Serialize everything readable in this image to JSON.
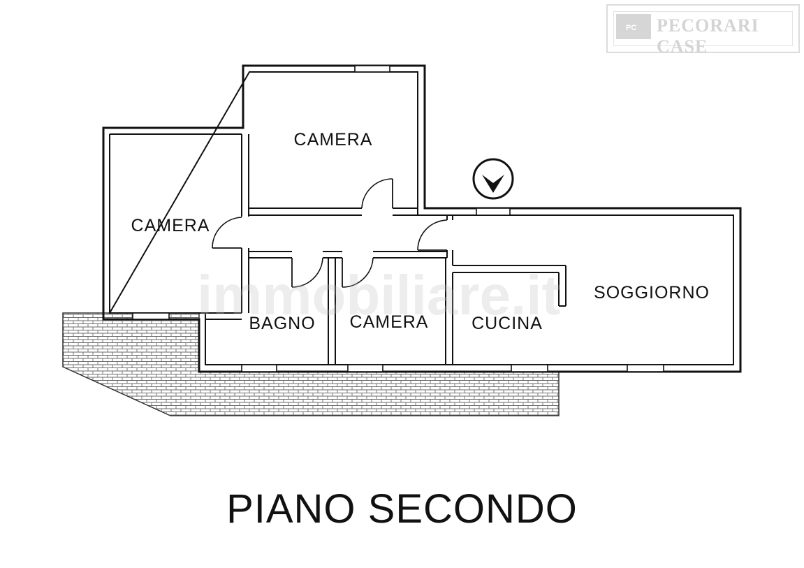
{
  "logo": {
    "brand_text": "PECORARI CASE",
    "mark_text": "PC"
  },
  "watermark": {
    "text": "immobiliare.it"
  },
  "rooms": [
    {
      "id": "camera-top",
      "label": "CAMERA"
    },
    {
      "id": "camera-left",
      "label": "CAMERA"
    },
    {
      "id": "bagno",
      "label": "BAGNO"
    },
    {
      "id": "camera-middle",
      "label": "CAMERA"
    },
    {
      "id": "cucina",
      "label": "CUCINA"
    },
    {
      "id": "soggiorno",
      "label": "SOGGIORNO"
    }
  ],
  "entrance_icon": "chevron-down-circle-icon",
  "floor_title": "PIANO SECONDO",
  "colors": {
    "wall": "#111111",
    "terrace_hatch": "#555555",
    "background": "#ffffff"
  }
}
